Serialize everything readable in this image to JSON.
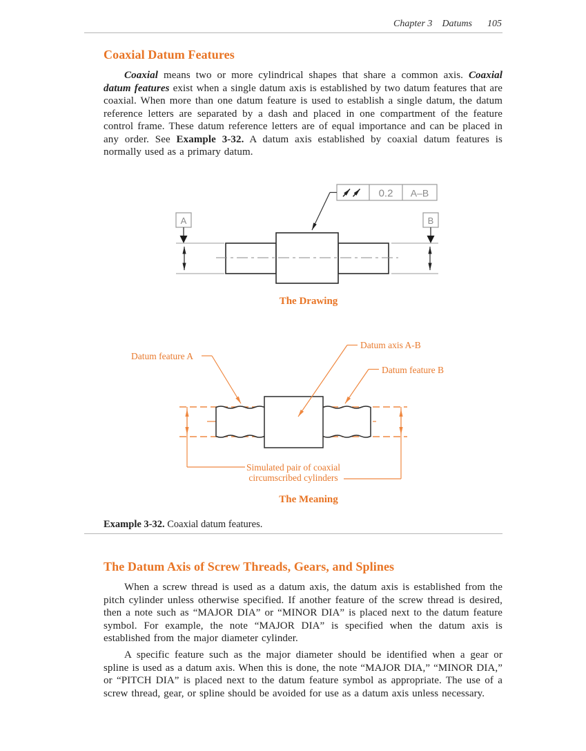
{
  "header": {
    "chapter": "Chapter 3",
    "topic": "Datums",
    "page_number": "105"
  },
  "sections": {
    "coaxial": {
      "title": "Coaxial Datum Features",
      "para": {
        "lead_italic1": "Coaxial",
        "text1": " means two or more cylindrical shapes that share a common axis. ",
        "lead_italic2": "Coaxial datum features",
        "text2": " exist when a single datum axis is established by two datum features that are coaxial. When more than one datum feature is used to establish a single datum, the datum reference letters are separated by a dash and placed in one compartment of the feature control frame. These datum reference letters are of equal importance and can be placed in any order. See ",
        "bold_ref": "Example 3-32.",
        "text3": " A datum axis established by coaxial datum features is normally used as a primary datum."
      }
    },
    "screw": {
      "title": "The Datum Axis of Screw Threads, Gears, and Splines",
      "para1": "When a screw thread is used as a datum axis, the datum axis is established from the pitch cylinder unless otherwise specified. If another feature of the screw thread is desired, then a note such as “MAJOR DIA” or “MINOR DIA” is placed next to the datum feature symbol. For example, the note “MAJOR DIA” is specified when the datum axis is established from the major diameter cylinder.",
      "para2": "A specific feature such as the major diameter should be identified when a gear or spline is used as a datum axis. When this is done, the note “MAJOR DIA,” “MINOR DIA,” or “PITCH DIA” is placed next to the datum feature symbol as appropriate. The use of a screw thread, gear, or spline should be avoided for use as a datum axis unless necessary."
    }
  },
  "figure_drawing": {
    "caption": "The Drawing",
    "fcf": {
      "symbol": "total-runout",
      "tolerance": "0.2",
      "datum_ref": "A–B"
    },
    "datum_left": "A",
    "datum_right": "B"
  },
  "figure_meaning": {
    "caption": "The Meaning",
    "labels": {
      "datum_axis": "Datum axis A-B",
      "feature_a": "Datum feature A",
      "feature_b": "Datum feature B",
      "simulated_line1": "Simulated pair of coaxial",
      "simulated_line2": "circumscribed cylinders"
    }
  },
  "example": {
    "label": "Example 3-32.",
    "text": " Coaxial datum features."
  },
  "colors": {
    "accent": "#e87424",
    "diagram_orange": "#ef8840",
    "rule_gray": "#b5b5b5",
    "outline_dark": "#2b2b2b",
    "line_gray": "#999999",
    "fcf_text_gray": "#8a8a8a"
  }
}
